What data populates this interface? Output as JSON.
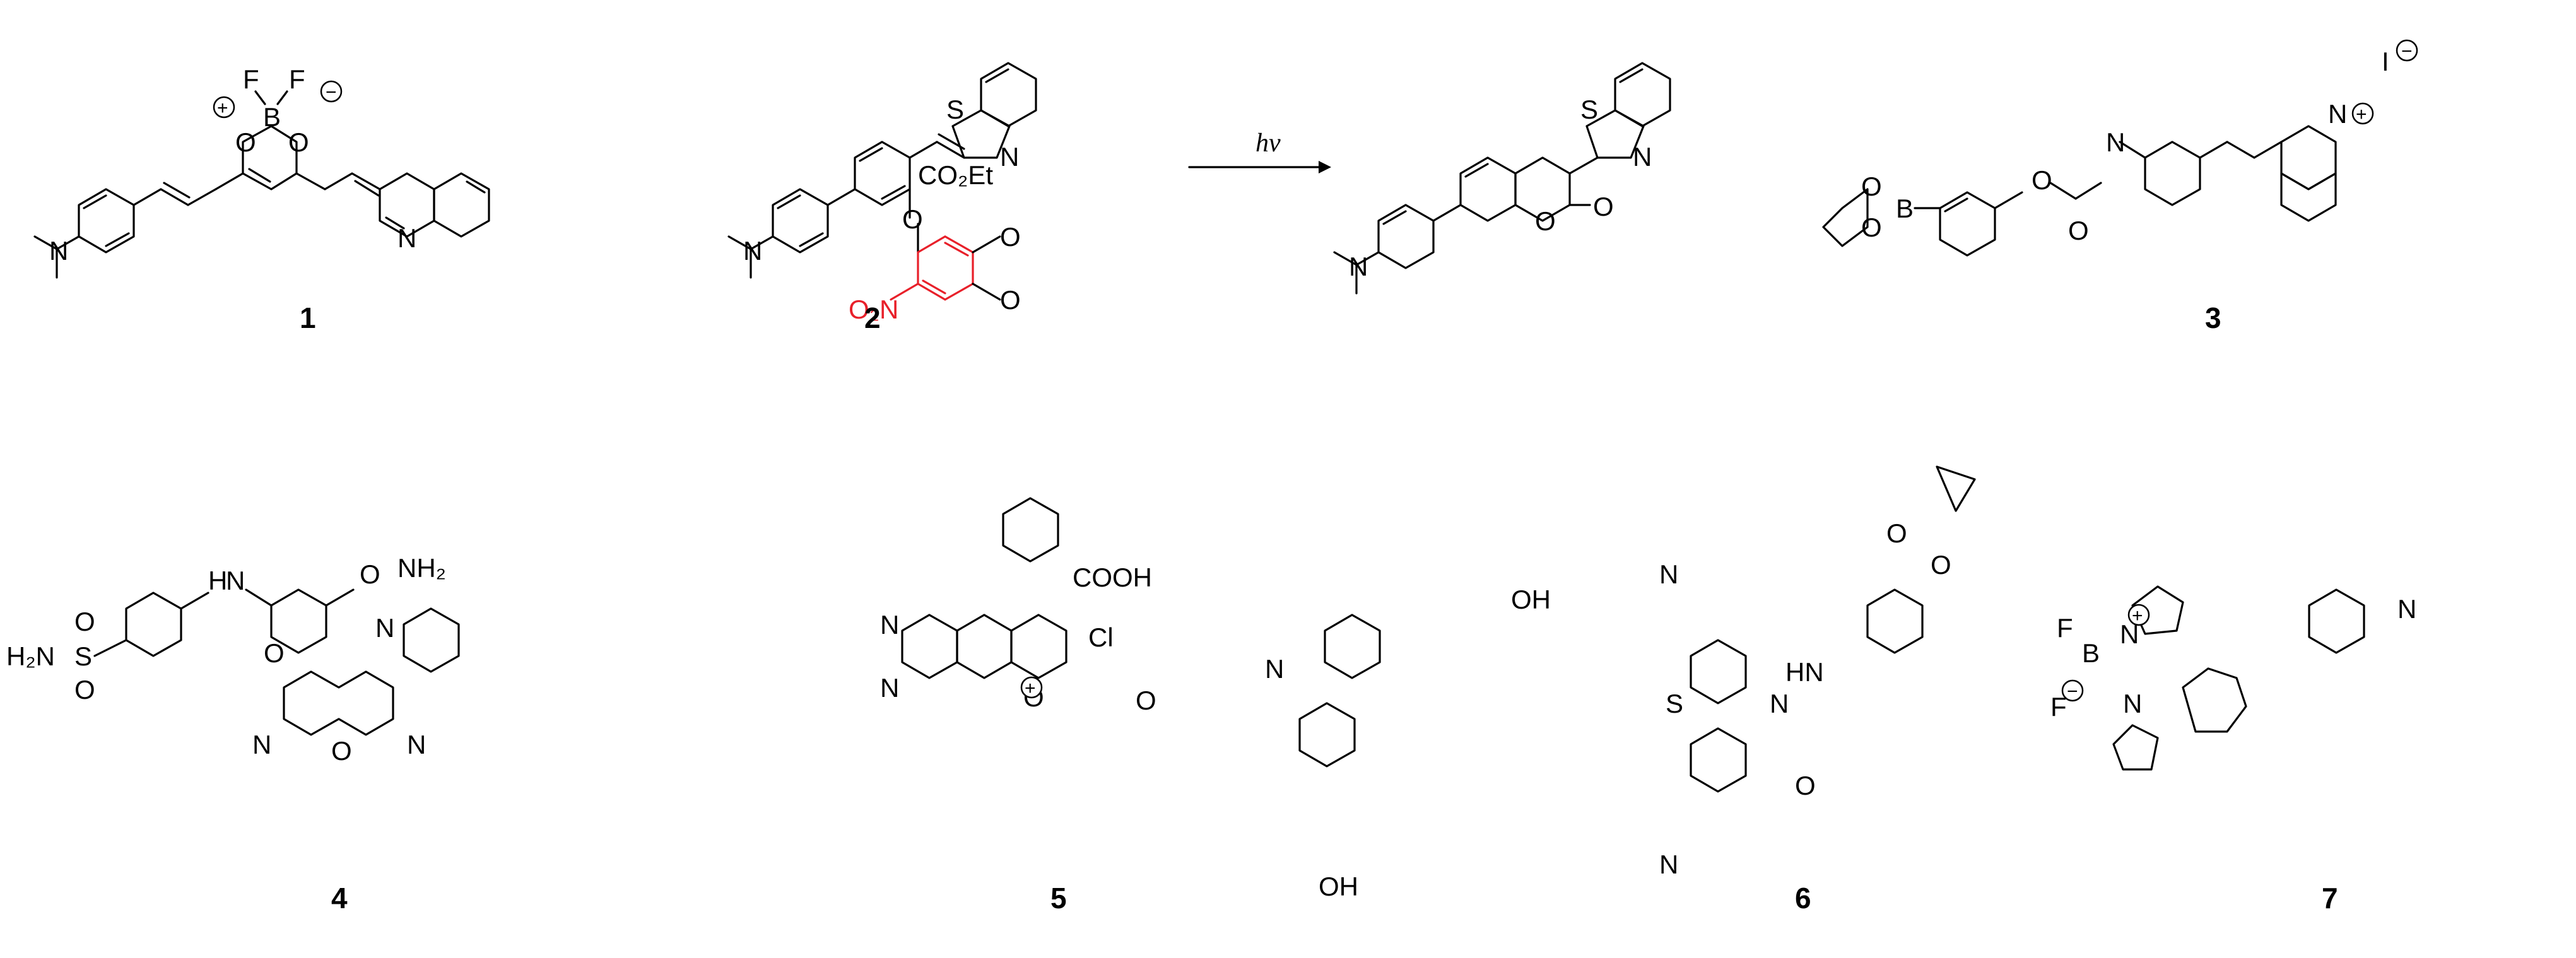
{
  "compound_labels": {
    "c1": "1",
    "c2": "2",
    "c3": "3",
    "c4": "4",
    "c5": "5",
    "c6": "6",
    "c7": "7"
  },
  "reaction_arrow": {
    "label": "hv"
  },
  "atoms": {
    "F": "F",
    "B": "B",
    "O": "O",
    "N": "N",
    "S": "S",
    "Cl": "Cl",
    "I": "I",
    "co2et": "CO₂Et",
    "no2": "O₂N",
    "nh2": "NH₂",
    "h2n": "H₂N",
    "cooh": "COOH",
    "oh": "OH",
    "hn": "HN",
    "h": "H"
  },
  "colors": {
    "photocage_group": "#e8202a",
    "ink": "#000000",
    "background": "#ffffff"
  }
}
